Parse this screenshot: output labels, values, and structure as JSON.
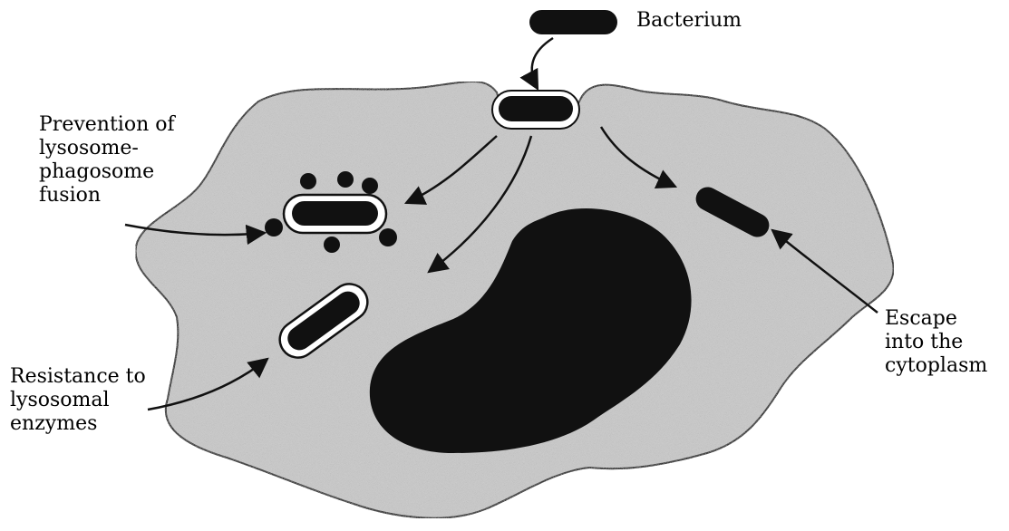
{
  "diagram": {
    "title": "",
    "labels": {
      "bacterium": {
        "lines": [
          "Bacterium"
        ]
      },
      "prevention": {
        "lines": [
          "Prevention of",
          "lysosome-",
          "phagosome",
          "fusion"
        ]
      },
      "resistance": {
        "lines": [
          "Resistance to",
          "lysosomal",
          "enzymes"
        ]
      },
      "escape": {
        "lines": [
          "Escape",
          "into the",
          "cytoplasm"
        ]
      }
    }
  },
  "colors": {
    "cell_fill": "#c9c9c9",
    "cell_stroke": "#1a1a1a",
    "dark": "#111111",
    "vacuole_fill": "#ffffff",
    "background": "#ffffff"
  }
}
